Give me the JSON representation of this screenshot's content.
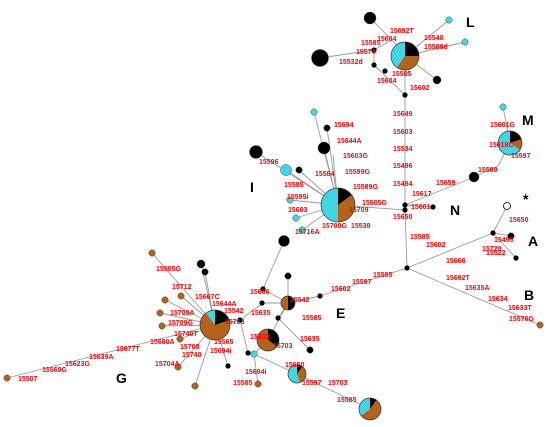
{
  "colors": {
    "black": "#000000",
    "brown": "#b4621c",
    "cyan": "#3fd6e6",
    "white": "#ffffff",
    "edge": "#9a9a9a",
    "mutation_label": "#ff0000"
  },
  "clades": [
    "L",
    "M",
    "N",
    "I",
    "A",
    "B",
    "E",
    "G",
    "*"
  ],
  "mutations": {
    "L": [
      "15692T",
      "15604",
      "15585",
      "15540",
      "15589d",
      "15574",
      "15532d",
      "15585",
      "15604",
      "15602"
    ],
    "trunk": [
      "15649",
      "15603",
      "15534",
      "15496",
      "15494",
      "15650",
      "15538",
      "15585",
      "15602",
      "15666",
      "15720",
      "15495",
      "15522",
      "15650"
    ],
    "M": [
      "15601G",
      "15618C",
      "15597",
      "15589",
      "15659",
      "15617",
      "15601"
    ],
    "I": [
      "15694",
      "15644A",
      "15603G",
      "15599G",
      "15584",
      "15596",
      "15585",
      "15589G",
      "15595i",
      "15505G",
      "15709",
      "15603",
      "15709G",
      "15716A"
    ],
    "B": [
      "15692T",
      "15635A",
      "15634",
      "15633T",
      "15576G"
    ],
    "E": [
      "15597",
      "15602",
      "15585",
      "15542",
      "15666",
      "15635",
      "15585",
      "15635"
    ],
    "G": [
      "15505G",
      "15712",
      "15667C",
      "15644A",
      "15709A",
      "15542",
      "15709G",
      "15703",
      "15740T",
      "15565",
      "15680A",
      "15708",
      "15694i",
      "15740",
      "15677T",
      "15704A",
      "15639A",
      "15623G",
      "15569G",
      "15507"
    ],
    "lower": [
      "15632",
      "15703",
      "15694i",
      "15585",
      "15650",
      "15597",
      "15703",
      "15585"
    ]
  }
}
